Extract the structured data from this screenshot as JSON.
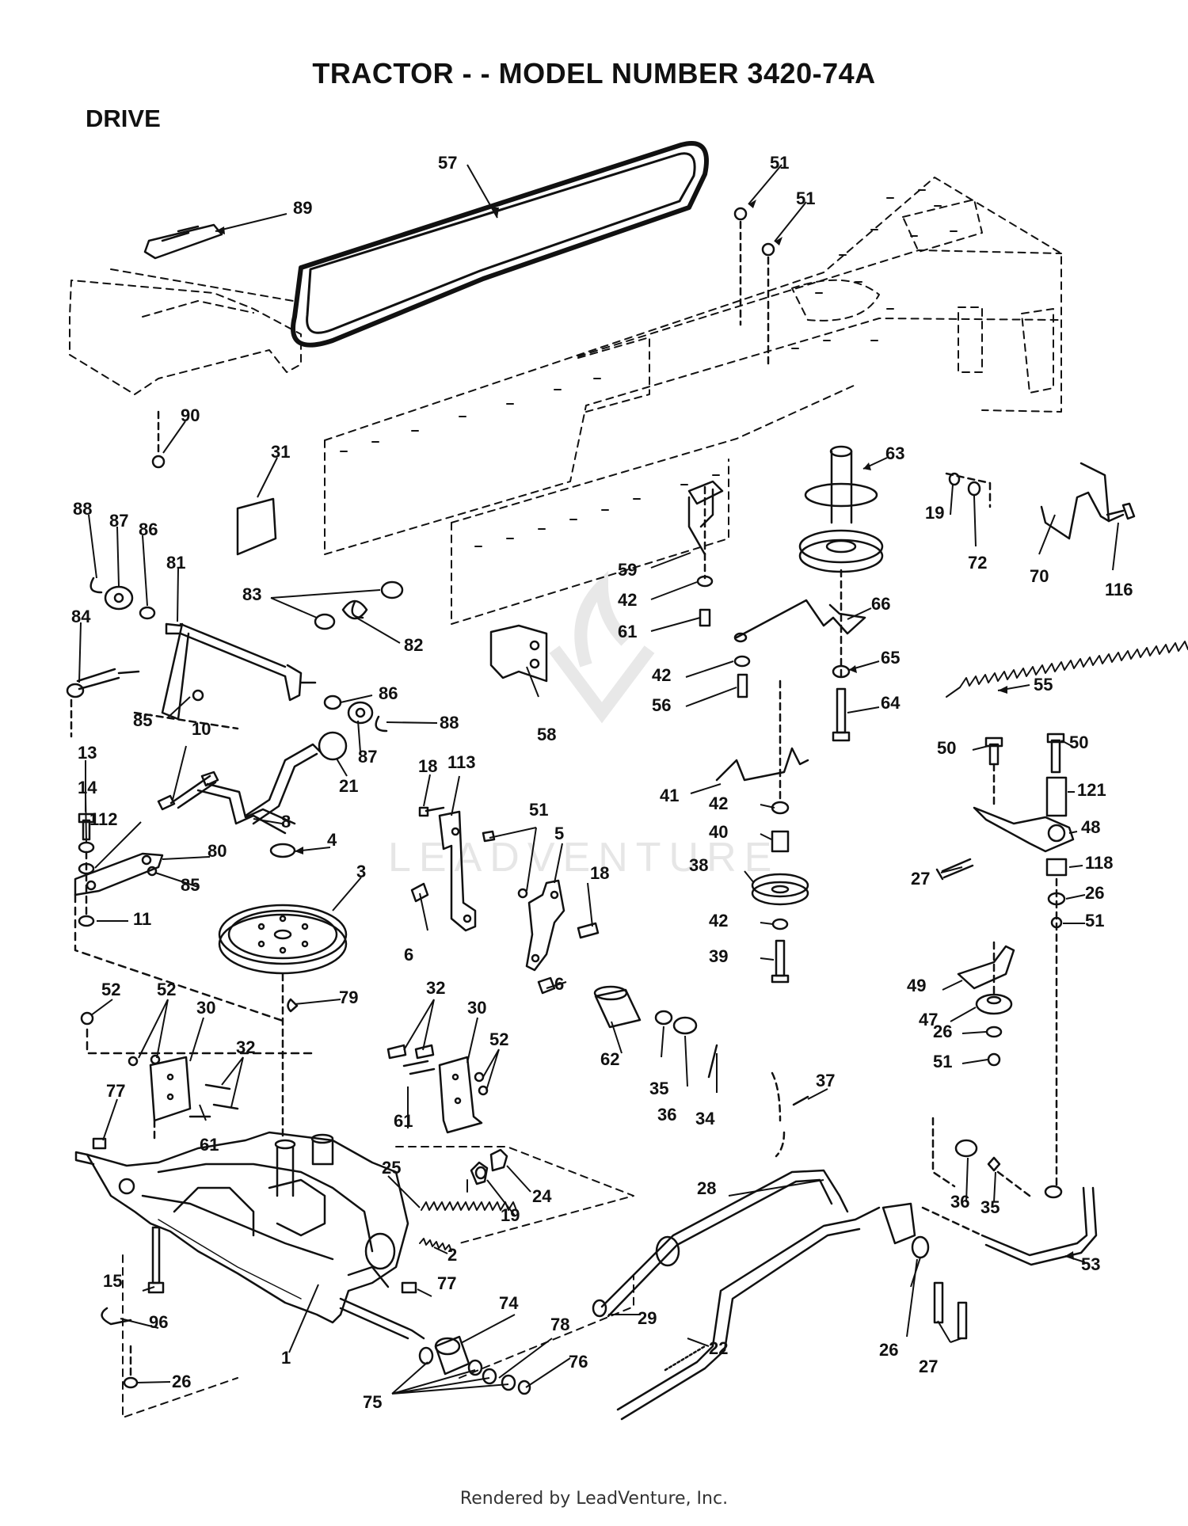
{
  "header": {
    "title": "TRACTOR - - MODEL NUMBER 3420-74A",
    "section": "DRIVE"
  },
  "footer": {
    "credit": "Rendered by LeadVenture, Inc."
  },
  "watermark": {
    "text": "LEADVENTURE"
  },
  "colors": {
    "ink": "#111111",
    "watermark": "#e6e6e6",
    "background": "#ffffff"
  },
  "callouts": [
    {
      "label": "57"
    },
    {
      "label": "51"
    },
    {
      "label": "51"
    },
    {
      "label": "89"
    },
    {
      "label": "90"
    },
    {
      "label": "31"
    },
    {
      "label": "63"
    },
    {
      "label": "19"
    },
    {
      "label": "72"
    },
    {
      "label": "70"
    },
    {
      "label": "116"
    },
    {
      "label": "88"
    },
    {
      "label": "87"
    },
    {
      "label": "86"
    },
    {
      "label": "81"
    },
    {
      "label": "83"
    },
    {
      "label": "82"
    },
    {
      "label": "59"
    },
    {
      "label": "42"
    },
    {
      "label": "61"
    },
    {
      "label": "66"
    },
    {
      "label": "84"
    },
    {
      "label": "86"
    },
    {
      "label": "85"
    },
    {
      "label": "87"
    },
    {
      "label": "88"
    },
    {
      "label": "42"
    },
    {
      "label": "56"
    },
    {
      "label": "65"
    },
    {
      "label": "64"
    },
    {
      "label": "55"
    },
    {
      "label": "58"
    },
    {
      "label": "10"
    },
    {
      "label": "21"
    },
    {
      "label": "13"
    },
    {
      "label": "14"
    },
    {
      "label": "112"
    },
    {
      "label": "8"
    },
    {
      "label": "80"
    },
    {
      "label": "85"
    },
    {
      "label": "18"
    },
    {
      "label": "113"
    },
    {
      "label": "51"
    },
    {
      "label": "5"
    },
    {
      "label": "18"
    },
    {
      "label": "41"
    },
    {
      "label": "42"
    },
    {
      "label": "40"
    },
    {
      "label": "38"
    },
    {
      "label": "42"
    },
    {
      "label": "39"
    },
    {
      "label": "50"
    },
    {
      "label": "50"
    },
    {
      "label": "121"
    },
    {
      "label": "48"
    },
    {
      "label": "27"
    },
    {
      "label": "118"
    },
    {
      "label": "26"
    },
    {
      "label": "51"
    },
    {
      "label": "4"
    },
    {
      "label": "3"
    },
    {
      "label": "11"
    },
    {
      "label": "6"
    },
    {
      "label": "6"
    },
    {
      "label": "52"
    },
    {
      "label": "52"
    },
    {
      "label": "30"
    },
    {
      "label": "32"
    },
    {
      "label": "79"
    },
    {
      "label": "32"
    },
    {
      "label": "30"
    },
    {
      "label": "52"
    },
    {
      "label": "62"
    },
    {
      "label": "35"
    },
    {
      "label": "36"
    },
    {
      "label": "34"
    },
    {
      "label": "37"
    },
    {
      "label": "49"
    },
    {
      "label": "47"
    },
    {
      "label": "26"
    },
    {
      "label": "51"
    },
    {
      "label": "77"
    },
    {
      "label": "61"
    },
    {
      "label": "61"
    },
    {
      "label": "25"
    },
    {
      "label": "24"
    },
    {
      "label": "19"
    },
    {
      "label": "28"
    },
    {
      "label": "36"
    },
    {
      "label": "35"
    },
    {
      "label": "53"
    },
    {
      "label": "2"
    },
    {
      "label": "15"
    },
    {
      "label": "77"
    },
    {
      "label": "74"
    },
    {
      "label": "29"
    },
    {
      "label": "22"
    },
    {
      "label": "26"
    },
    {
      "label": "27"
    },
    {
      "label": "96"
    },
    {
      "label": "1"
    },
    {
      "label": "78"
    },
    {
      "label": "76"
    },
    {
      "label": "75"
    },
    {
      "label": "26"
    }
  ]
}
